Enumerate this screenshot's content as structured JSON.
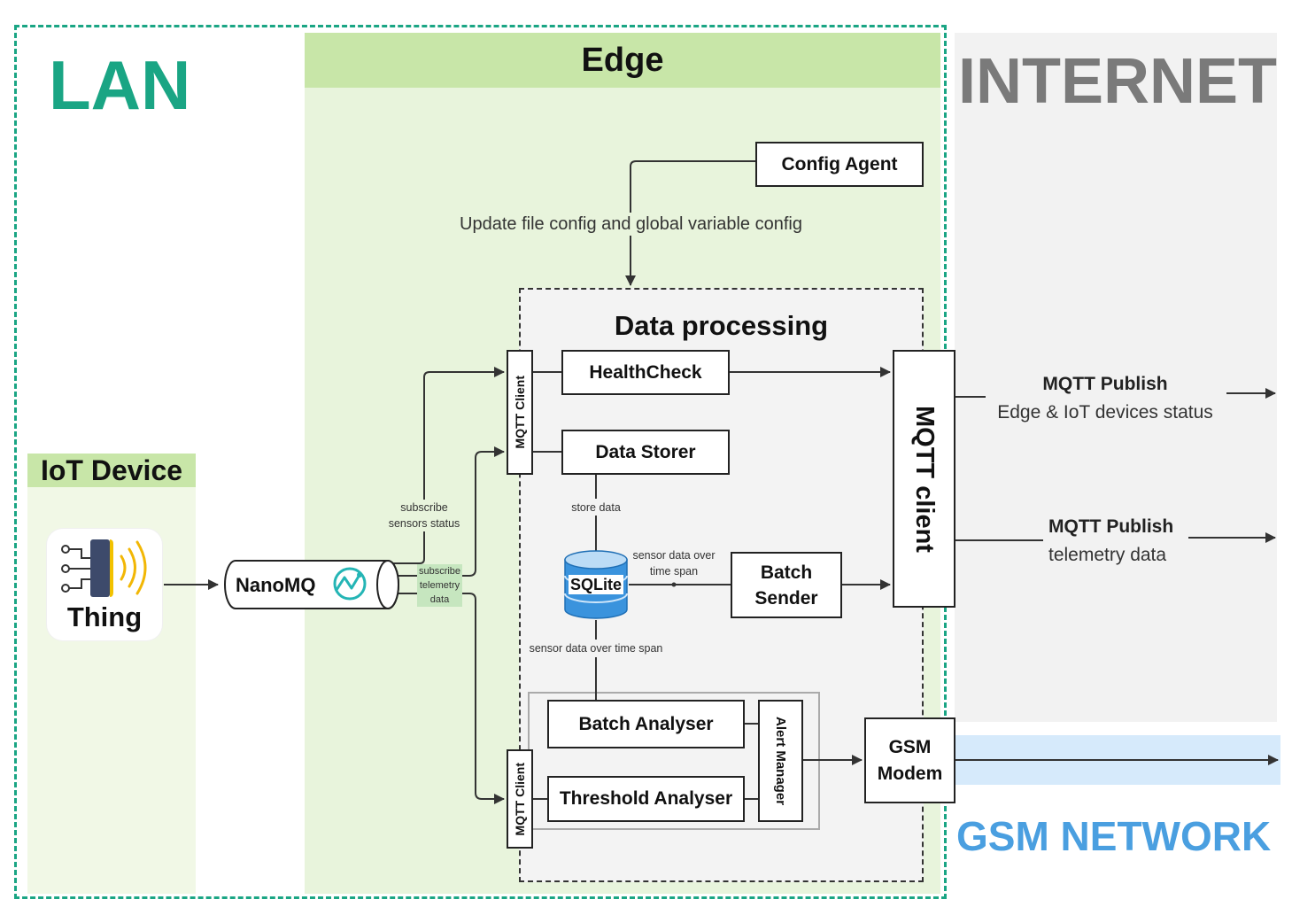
{
  "zones": {
    "lan": "LAN",
    "edge": "Edge",
    "internet": "INTERNET",
    "iot_device": "IoT Device",
    "gsm_network": "GSM NETWORK"
  },
  "nodes": {
    "thing": "Thing",
    "nanomq": "NanoMQ",
    "config_agent": "Config Agent",
    "data_processing": "Data processing",
    "mqtt_client_small": "MQTT Client",
    "healthcheck": "HealthCheck",
    "data_storer": "Data Storer",
    "sqlite": "SQLite",
    "batch_sender": "Batch Sender",
    "mqtt_client_big": "MQTT client",
    "batch_analyser": "Batch Analyser",
    "threshold_analyser": "Threshold Analyser",
    "alert_manager": "Alert Manager",
    "gsm_modem": "GSM Modem"
  },
  "edge_labels": {
    "config_update": "Update file config and global variable config",
    "subscribe_status": "subscribe sensors status",
    "subscribe_telemetry": "subscribe telemetry data",
    "store_data": "store data",
    "sensor_data_span": "sensor data over time span",
    "sensor_data_span_2": "sensor data over time span",
    "publish_status_title": "MQTT Publish",
    "publish_status_sub": "Edge & IoT devices status",
    "publish_telemetry_title": "MQTT Publish",
    "publish_telemetry_sub": "telemetry data"
  },
  "colors": {
    "lan": "#1aa584",
    "edge_header": "#c8e6a8",
    "edge_body": "#e8f4dc",
    "iot_body": "#f1f8e6",
    "internet_bg": "#f2f2f2",
    "internet_text": "#7a7a7a",
    "gsm_band": "#d6eafb",
    "gsm_text": "#4a9fe0",
    "processing_bg": "#f3f3f3",
    "sqlite_blue": "#3a93dd",
    "nanomq_teal": "#24b5b5"
  }
}
